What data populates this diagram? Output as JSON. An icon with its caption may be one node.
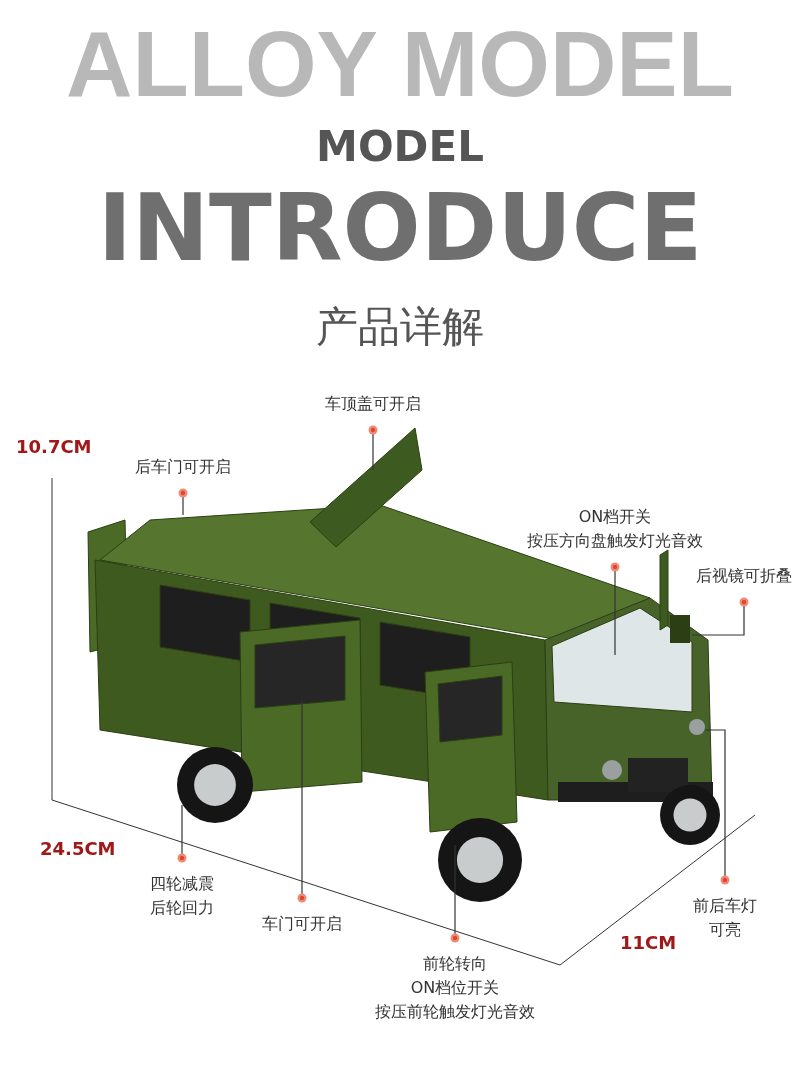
{
  "diagram": {
    "title": "INTRODUCE",
    "nodes": [
      {
        "text": [
          "车顶盖可开启"
        ]
      },
      {
        "text": [
          "后车门可开启"
        ]
      },
      {
        "text": [
          "ON档开关",
          "按压方向盘触发灯光音效"
        ]
      },
      {
        "text": [
          "后视镜可折叠"
        ]
      },
      {
        "text": [
          "四轮减震",
          "后轮回力"
        ]
      },
      {
        "text": [
          "车门可开启"
        ]
      },
      {
        "text": [
          "前轮转向",
          "ON档位开关",
          "按压前轮触发灯光音效"
        ]
      },
      {
        "text": [
          "前后车灯可亮"
        ]
      }
    ],
    "edges": [
      {
        "from": 0,
        "to": null,
        "arrow": "other"
      },
      {
        "from": 1,
        "to": null,
        "arrow": "other"
      },
      {
        "from": 2,
        "to": null,
        "arrow": "other"
      },
      {
        "from": 3,
        "to": null,
        "arrow": "other"
      },
      {
        "from": 4,
        "to": null,
        "arrow": "other"
      },
      {
        "from": 5,
        "to": null,
        "arrow": "other"
      },
      {
        "from": 6,
        "to": null,
        "arrow": "other"
      },
      {
        "from": 7,
        "to": null,
        "arrow": "other"
      }
    ],
    "labels": [
      "ALLOY MODEL",
      "MODEL",
      "产品详解",
      "10.7CM",
      "24.5CM",
      "11CM"
    ]
  }
}
